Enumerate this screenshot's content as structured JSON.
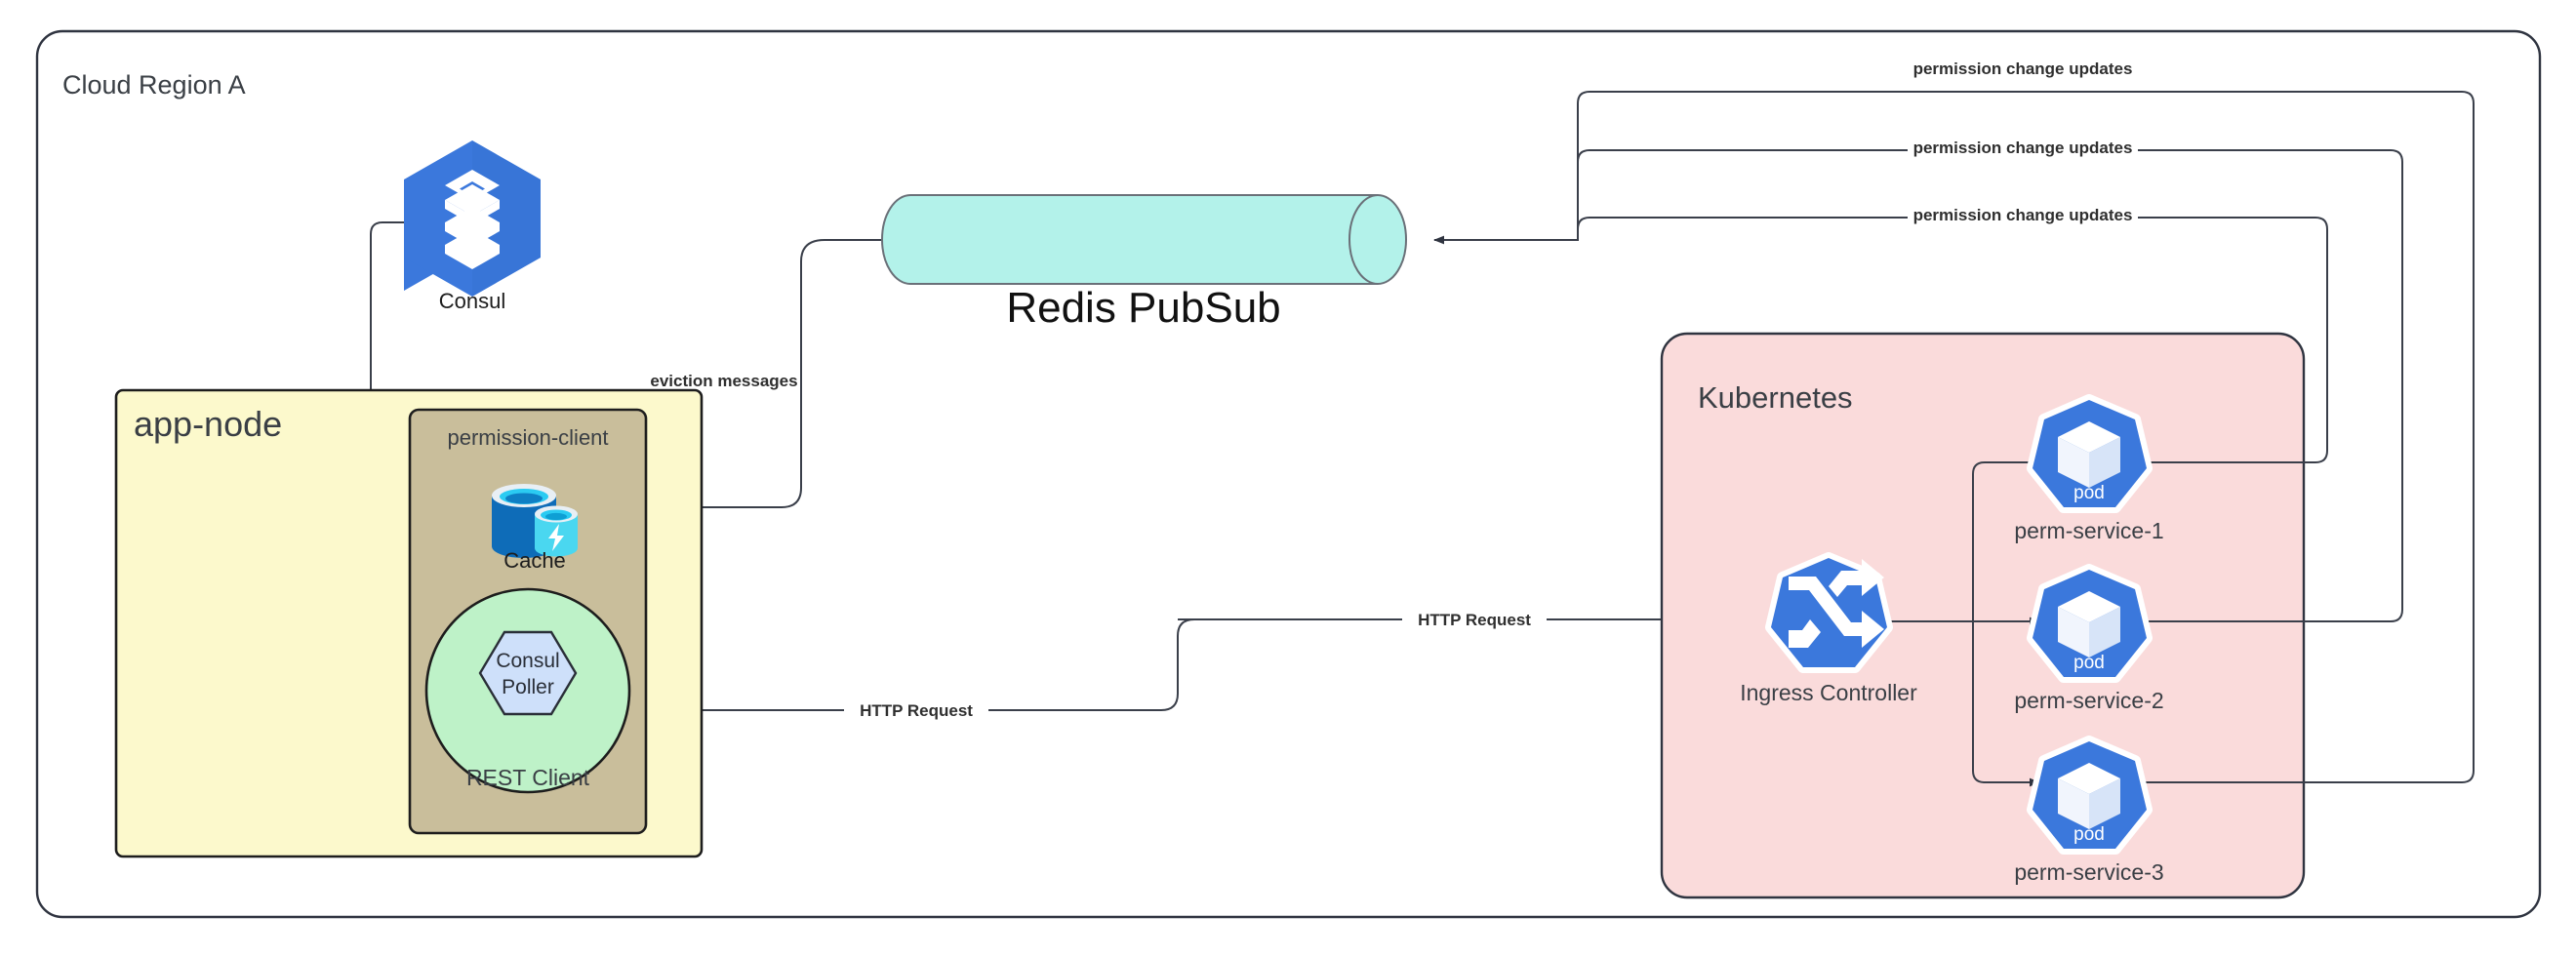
{
  "diagram": {
    "title": "Cloud Region A",
    "regions": [
      {
        "id": "cloud-region",
        "label": "Cloud Region A"
      },
      {
        "id": "app-node",
        "label": "app-node"
      },
      {
        "id": "permission-client",
        "label": "permission-client"
      },
      {
        "id": "kubernetes",
        "label": "Kubernetes"
      }
    ],
    "nodes": {
      "consul": {
        "label": "Consul",
        "icon": "consul-hexagon-icon"
      },
      "cache": {
        "label": "Cache",
        "icon": "cache-database-icon"
      },
      "rest_client": {
        "label": "REST Client",
        "icon": "rest-client-circle-icon"
      },
      "consul_poller": {
        "label_line1": "Consul",
        "label_line2": "Poller",
        "icon": "consul-poller-hexagon-icon"
      },
      "redis": {
        "label": "Redis PubSub",
        "icon": "redis-cylinder-icon"
      },
      "ingress": {
        "label": "Ingress Controller",
        "icon": "ingress-controller-icon"
      },
      "pod1": {
        "label": "perm-service-1",
        "badge": "pod",
        "icon": "kubernetes-pod-icon"
      },
      "pod2": {
        "label": "perm-service-2",
        "badge": "pod",
        "icon": "kubernetes-pod-icon"
      },
      "pod3": {
        "label": "perm-service-3",
        "badge": "pod",
        "icon": "kubernetes-pod-icon"
      }
    },
    "edges": [
      {
        "id": "edge-consul-poller",
        "label": "",
        "from": "consul",
        "to": "consul_poller"
      },
      {
        "id": "edge-redis-cache",
        "label": "eviction messages",
        "from": "redis",
        "to": "cache"
      },
      {
        "id": "edge-restclient-ingress",
        "label": "HTTP Request",
        "from": "rest_client",
        "to": "ingress"
      },
      {
        "id": "edge-ingress-http",
        "label": "HTTP Request",
        "from": "rest_client",
        "to": "ingress"
      },
      {
        "id": "edge-pod1-redis",
        "label": "permission change updates",
        "from": "pod1",
        "to": "redis"
      },
      {
        "id": "edge-pod2-redis",
        "label": "permission change updates",
        "from": "pod2",
        "to": "redis"
      },
      {
        "id": "edge-pod3-redis",
        "label": "permission change updates",
        "from": "pod3",
        "to": "redis"
      }
    ],
    "colors": {
      "app_node_fill": "#FCF9CC",
      "permission_client_fill": "#C9BE9B",
      "kubernetes_fill": "#FADBDB",
      "redis_fill": "#B3F2EA",
      "rest_client_fill": "#BEF2C8",
      "consul_poller_fill": "#CEE0FA",
      "icon_blue": "#3B78DC",
      "cache_dark_blue": "#0E6CB8",
      "cache_cyan": "#4AD7F0",
      "stroke": "#3A3F4A",
      "background": "#FFFFFF"
    }
  }
}
